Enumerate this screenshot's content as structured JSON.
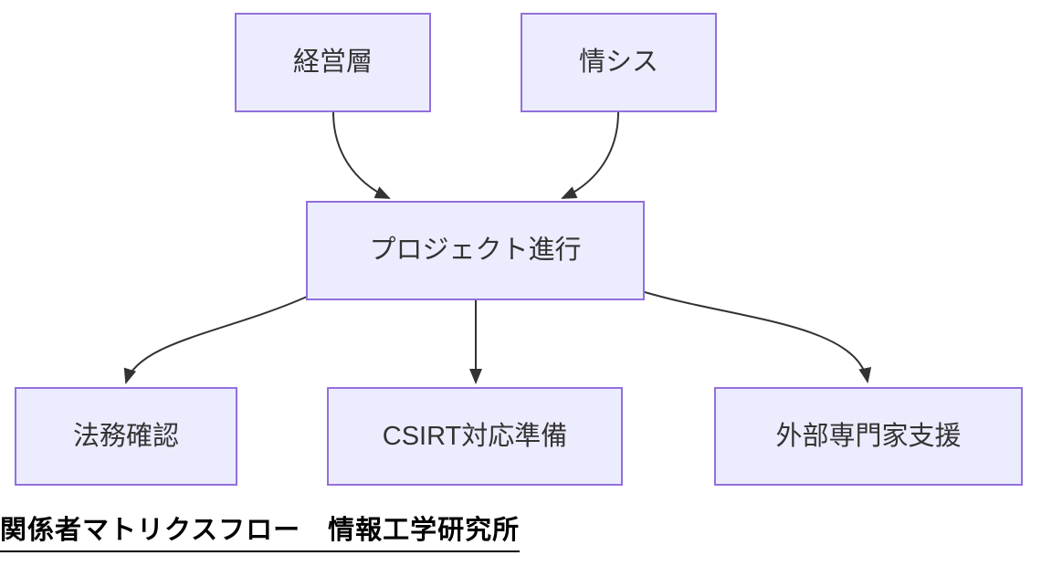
{
  "diagram": {
    "type": "flowchart",
    "direction": "top-down",
    "nodes": [
      {
        "id": "management",
        "label": "経営層"
      },
      {
        "id": "it-systems",
        "label": "情シス"
      },
      {
        "id": "project-progress",
        "label": "プロジェクト進行"
      },
      {
        "id": "legal-check",
        "label": "法務確認"
      },
      {
        "id": "csirt-preparation",
        "label": "CSIRT対応準備"
      },
      {
        "id": "external-expert-support",
        "label": "外部専門家支援"
      }
    ],
    "edges": [
      {
        "from": "management",
        "to": "project-progress"
      },
      {
        "from": "it-systems",
        "to": "project-progress"
      },
      {
        "from": "project-progress",
        "to": "legal-check"
      },
      {
        "from": "project-progress",
        "to": "csirt-preparation"
      },
      {
        "from": "project-progress",
        "to": "external-expert-support"
      }
    ]
  },
  "caption": {
    "text": "関係者マトリクスフロー　情報工学研究所"
  },
  "colors": {
    "node_fill": "#ECECFF",
    "node_border": "#9370DB",
    "edge": "#333333",
    "node_text": "#333333",
    "caption_text": "#000000",
    "background": "#FFFFFF"
  }
}
